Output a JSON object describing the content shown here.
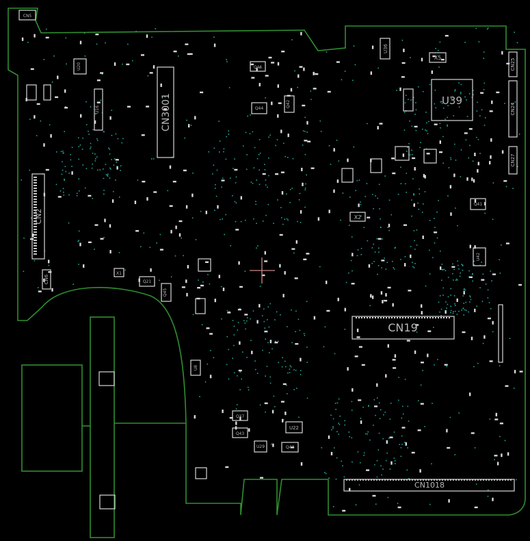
{
  "board": {
    "outline_color": "#2f8f2f",
    "component_color": "#d8d8d8",
    "via_color": "#1fa59a",
    "label_color": "#b8b8b8",
    "marker_color": "#c98a8a",
    "background": "#000000"
  },
  "labels": {
    "cn5": "CN5",
    "cn2": "CN2",
    "cn6": "CN6",
    "cn3001": "CN3001",
    "cn19": "CN19",
    "cn1018": "CN1018",
    "u39": "U39",
    "u36": "U36",
    "x5": "X5",
    "x2": "X2",
    "x1": "X1",
    "q44": "Q44",
    "q46": "Q46",
    "q42": "Q42",
    "q21": "Q21",
    "q45": "Q45",
    "q41": "Q41",
    "q47": "Q47",
    "q37": "Q37",
    "q43": "Q43",
    "u22": "U22",
    "u8": "U8",
    "u29": "U29",
    "u20": "U20",
    "u16": "U16",
    "u42": "U42",
    "cn25": "CN25",
    "cn24": "CN24",
    "cn27": "CN27"
  }
}
